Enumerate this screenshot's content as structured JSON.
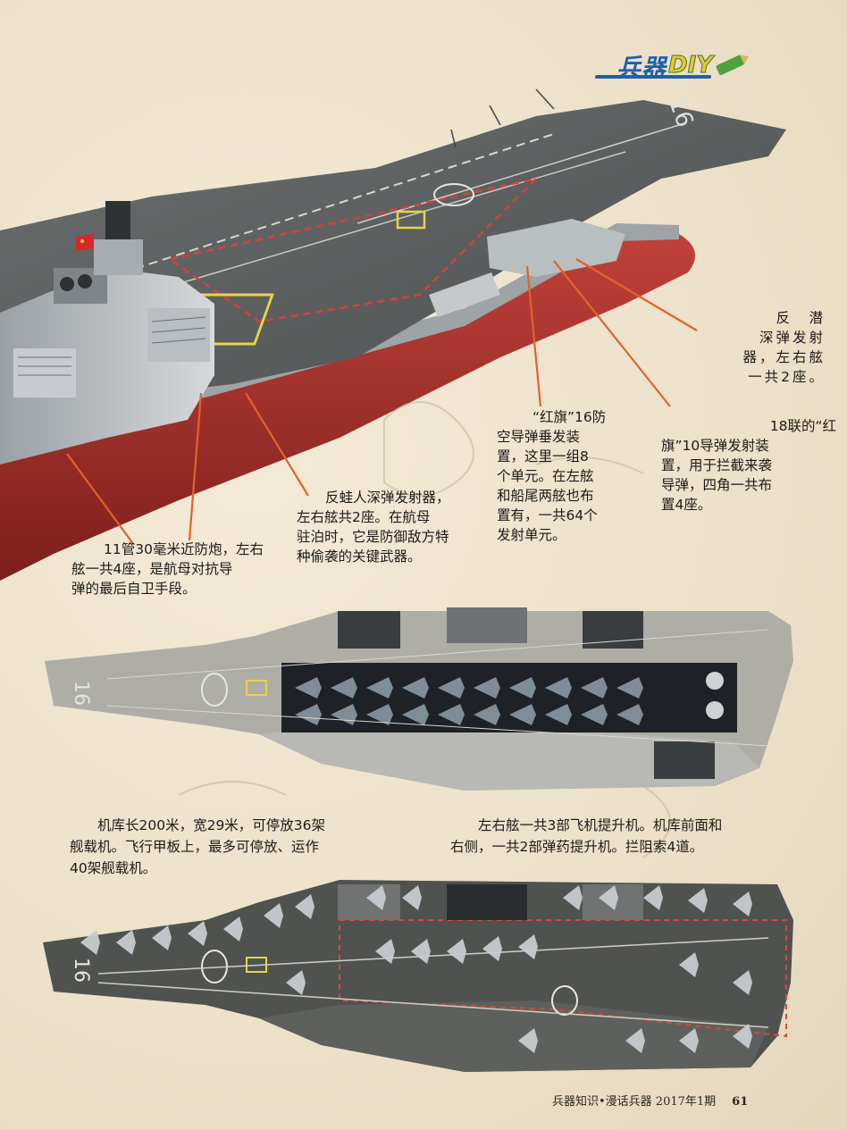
{
  "header": {
    "logo_zh": "兵器",
    "logo_en": "DIY"
  },
  "captions": {
    "antisub": [
      "反　潜",
      "深弹发射",
      "器，左右舷",
      "一共2座。"
    ],
    "hq16": [
      "“红旗”16防",
      "空导弹垂发装",
      "置，这里一组8",
      "个单元。在左舷",
      "和船尾两舷也布",
      "置有，一共64个",
      "发射单元。"
    ],
    "hq10": [
      "18联的“红",
      "旗”10导弹发射装",
      "置，用于拦截来袭",
      "导弹，四角一共布",
      "置4座。"
    ],
    "frogman": [
      "反蛙人深弹发射器，",
      "左右舷共2座。在航母",
      "驻泊时，它是防御敌方特",
      "种偷袭的关键武器。"
    ],
    "ciws": [
      "11管30毫米近防炮，左右",
      "舷一共4座，是航母对抗导",
      "弹的最后自卫手段。"
    ],
    "hangar": [
      "　　机库长200米，宽29米，可停放36架",
      "舰载机。飞行甲板上，最多可停放、运作",
      "40架舰载机。"
    ],
    "elevators": [
      "　　左右舷一共3部飞机提升机。机库前面和",
      "右侧，一共2部弹药提升机。拦阻索4道。"
    ]
  },
  "deck_marking": {
    "hull_number": "16"
  },
  "footer": {
    "text": "兵器知识•漫话兵器 2017年1期",
    "page_number": "61"
  },
  "colors": {
    "hull_red": "#a8302c",
    "deck_gray": "#5c5f5f",
    "leader": "#e2622a",
    "logo_blue": "#1f5fb0"
  }
}
